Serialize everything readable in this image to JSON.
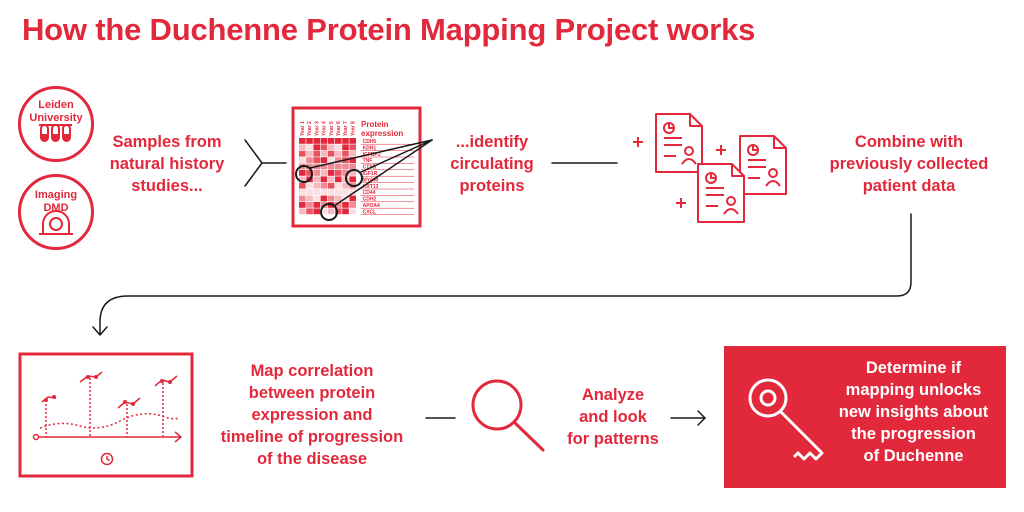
{
  "title": "How the Duchenne Protein Mapping Project works",
  "sources": [
    {
      "lines": [
        "Leiden",
        "University"
      ],
      "icon": "test-tubes-icon"
    },
    {
      "lines": [
        "Imaging",
        "DMD"
      ],
      "icon": "mri-scanner-icon"
    }
  ],
  "step1": {
    "lines": [
      "Samples from",
      "natural history",
      "studies..."
    ]
  },
  "heatmap": {
    "header": [
      "Protein",
      "expression"
    ],
    "columns": [
      "Year 1",
      "Year 2",
      "Year 3",
      "Year 4",
      "Year 5",
      "Year 6",
      "Year 7",
      "Year 8"
    ],
    "proteins": [
      "CDH5",
      "KDR1",
      "IGFBP2",
      "TNF",
      "CTSB",
      "IGF1R",
      "MYOM",
      "KRT13",
      "CD44",
      "CDH2",
      "APOA4",
      "CXCL"
    ]
  },
  "step2": {
    "lines": [
      "...identify",
      "circulating",
      "proteins"
    ]
  },
  "step3": {
    "lines": [
      "Combine with",
      "previously collected",
      "patient data"
    ],
    "icon": "patient-record-icon"
  },
  "step4": {
    "lines": [
      "Map correlation",
      "between protein",
      "expression and",
      "timeline of progression",
      "of the disease"
    ],
    "icon": "timeline-chart-icon"
  },
  "step5": {
    "lines": [
      "Analyze",
      "and look",
      "for patterns"
    ],
    "icon": "magnifier-icon"
  },
  "step6": {
    "lines": [
      "Determine if",
      "mapping unlocks",
      "new insights about",
      "the progression",
      "of Duchenne"
    ],
    "icon": "key-icon"
  },
  "colors": {
    "accent": "#e2283b",
    "background": "#ffffff"
  }
}
